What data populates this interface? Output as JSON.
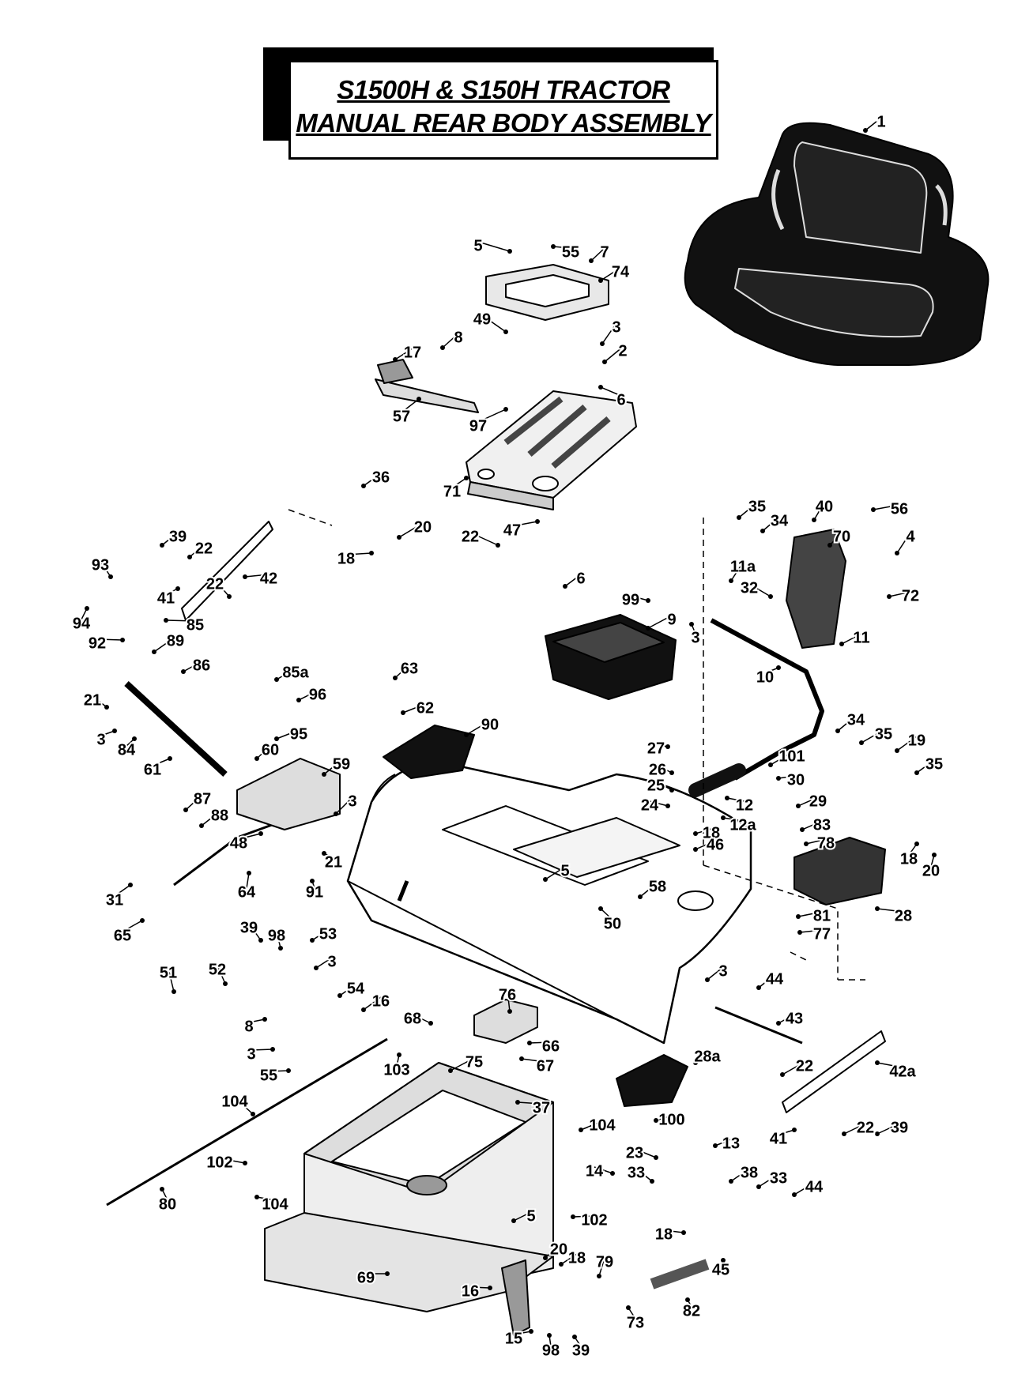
{
  "title": {
    "line1": "S1500H & S150H TRACTOR",
    "line2": "MANUAL REAR BODY ASSEMBLY"
  },
  "colors": {
    "ink": "#000000",
    "paper": "#ffffff",
    "part_fill": "#e0e0e0",
    "dark_fill": "#1a1a1a"
  },
  "callouts": [
    {
      "id": "c1",
      "label": "1"
    },
    {
      "id": "c2",
      "label": "5"
    },
    {
      "id": "c3",
      "label": "55"
    },
    {
      "id": "c4",
      "label": "7"
    },
    {
      "id": "c5",
      "label": "74"
    },
    {
      "id": "c6",
      "label": "49"
    },
    {
      "id": "c7",
      "label": "8"
    },
    {
      "id": "c8",
      "label": "3"
    },
    {
      "id": "c9",
      "label": "2"
    },
    {
      "id": "c10",
      "label": "17"
    },
    {
      "id": "c11",
      "label": "6"
    },
    {
      "id": "c12",
      "label": "57"
    },
    {
      "id": "c13",
      "label": "97"
    },
    {
      "id": "c14",
      "label": "71"
    },
    {
      "id": "c15",
      "label": "36"
    },
    {
      "id": "c16",
      "label": "47"
    },
    {
      "id": "c17",
      "label": "22"
    },
    {
      "id": "c18",
      "label": "6"
    },
    {
      "id": "c19",
      "label": "39"
    },
    {
      "id": "c20",
      "label": "22"
    },
    {
      "id": "c21",
      "label": "20"
    },
    {
      "id": "c22",
      "label": "18"
    },
    {
      "id": "c23",
      "label": "93"
    },
    {
      "id": "c24",
      "label": "42"
    },
    {
      "id": "c25",
      "label": "41"
    },
    {
      "id": "c26",
      "label": "22"
    },
    {
      "id": "c27",
      "label": "94"
    },
    {
      "id": "c28",
      "label": "85"
    },
    {
      "id": "c29",
      "label": "92"
    },
    {
      "id": "c30",
      "label": "89"
    },
    {
      "id": "c31",
      "label": "86"
    },
    {
      "id": "c32",
      "label": "21"
    },
    {
      "id": "c33",
      "label": "85a"
    },
    {
      "id": "c34",
      "label": "63"
    },
    {
      "id": "c35",
      "label": "96"
    },
    {
      "id": "c36",
      "label": "62"
    },
    {
      "id": "c37",
      "label": "3"
    },
    {
      "id": "c38",
      "label": "84"
    },
    {
      "id": "c39",
      "label": "95"
    },
    {
      "id": "c40",
      "label": "90"
    },
    {
      "id": "c41",
      "label": "61"
    },
    {
      "id": "c42",
      "label": "60"
    },
    {
      "id": "c43",
      "label": "59"
    },
    {
      "id": "c44",
      "label": "3"
    },
    {
      "id": "c45",
      "label": "87"
    },
    {
      "id": "c46",
      "label": "88"
    },
    {
      "id": "c47",
      "label": "48"
    },
    {
      "id": "c48",
      "label": "21"
    },
    {
      "id": "c49",
      "label": "31"
    },
    {
      "id": "c50",
      "label": "64"
    },
    {
      "id": "c51",
      "label": "91"
    },
    {
      "id": "c52",
      "label": "65"
    },
    {
      "id": "c53",
      "label": "35"
    },
    {
      "id": "c54",
      "label": "40"
    },
    {
      "id": "c55",
      "label": "56"
    },
    {
      "id": "c56",
      "label": "34"
    },
    {
      "id": "c57",
      "label": "70"
    },
    {
      "id": "c58",
      "label": "4"
    },
    {
      "id": "c59",
      "label": "11a"
    },
    {
      "id": "c60",
      "label": "32"
    },
    {
      "id": "c61",
      "label": "72"
    },
    {
      "id": "c62",
      "label": "99"
    },
    {
      "id": "c63",
      "label": "9"
    },
    {
      "id": "c64",
      "label": "3"
    },
    {
      "id": "c65",
      "label": "11"
    },
    {
      "id": "c66",
      "label": "10"
    },
    {
      "id": "c67",
      "label": "34"
    },
    {
      "id": "c68",
      "label": "35"
    },
    {
      "id": "c69",
      "label": "19"
    },
    {
      "id": "c70",
      "label": "27"
    },
    {
      "id": "c71",
      "label": "101"
    },
    {
      "id": "c72",
      "label": "26"
    },
    {
      "id": "c73",
      "label": "30"
    },
    {
      "id": "c74",
      "label": "35"
    },
    {
      "id": "c75",
      "label": "25"
    },
    {
      "id": "c76",
      "label": "12"
    },
    {
      "id": "c77",
      "label": "29"
    },
    {
      "id": "c78",
      "label": "24"
    },
    {
      "id": "c79",
      "label": "12a"
    },
    {
      "id": "c80",
      "label": "83"
    },
    {
      "id": "c81",
      "label": "18"
    },
    {
      "id": "c82",
      "label": "78"
    },
    {
      "id": "c83",
      "label": "46"
    },
    {
      "id": "c84",
      "label": "18"
    },
    {
      "id": "c85",
      "label": "20"
    },
    {
      "id": "c86",
      "label": "5"
    },
    {
      "id": "c87",
      "label": "58"
    },
    {
      "id": "c88",
      "label": "81"
    },
    {
      "id": "c89",
      "label": "28"
    },
    {
      "id": "c90",
      "label": "50"
    },
    {
      "id": "c91",
      "label": "77"
    },
    {
      "id": "c92",
      "label": "39"
    },
    {
      "id": "c93",
      "label": "98"
    },
    {
      "id": "c94",
      "label": "53"
    },
    {
      "id": "c95",
      "label": "3"
    },
    {
      "id": "c96",
      "label": "51"
    },
    {
      "id": "c97",
      "label": "52"
    },
    {
      "id": "c98",
      "label": "54"
    },
    {
      "id": "c99",
      "label": "16"
    },
    {
      "id": "c100",
      "label": "3"
    },
    {
      "id": "c101",
      "label": "44"
    },
    {
      "id": "c102",
      "label": "76"
    },
    {
      "id": "c103",
      "label": "8"
    },
    {
      "id": "c104",
      "label": "68"
    },
    {
      "id": "c105",
      "label": "43"
    },
    {
      "id": "c106",
      "label": "3"
    },
    {
      "id": "c107",
      "label": "66"
    },
    {
      "id": "c108",
      "label": "55"
    },
    {
      "id": "c109",
      "label": "103"
    },
    {
      "id": "c110",
      "label": "75"
    },
    {
      "id": "c111",
      "label": "67"
    },
    {
      "id": "c112",
      "label": "28a"
    },
    {
      "id": "c113",
      "label": "22"
    },
    {
      "id": "c114",
      "label": "42a"
    },
    {
      "id": "c115",
      "label": "37"
    },
    {
      "id": "c116",
      "label": "104"
    },
    {
      "id": "c117",
      "label": "100"
    },
    {
      "id": "c118",
      "label": "104"
    },
    {
      "id": "c119",
      "label": "22"
    },
    {
      "id": "c120",
      "label": "41"
    },
    {
      "id": "c121",
      "label": "39"
    },
    {
      "id": "c122",
      "label": "13"
    },
    {
      "id": "c123",
      "label": "102"
    },
    {
      "id": "c124",
      "label": "23"
    },
    {
      "id": "c125",
      "label": "14"
    },
    {
      "id": "c126",
      "label": "33"
    },
    {
      "id": "c127",
      "label": "38"
    },
    {
      "id": "c128",
      "label": "33"
    },
    {
      "id": "c129",
      "label": "44"
    },
    {
      "id": "c130",
      "label": "104"
    },
    {
      "id": "c131",
      "label": "80"
    },
    {
      "id": "c132",
      "label": "5"
    },
    {
      "id": "c133",
      "label": "102"
    },
    {
      "id": "c134",
      "label": "18"
    },
    {
      "id": "c135",
      "label": "20"
    },
    {
      "id": "c136",
      "label": "18"
    },
    {
      "id": "c137",
      "label": "79"
    },
    {
      "id": "c138",
      "label": "45"
    },
    {
      "id": "c139",
      "label": "69"
    },
    {
      "id": "c140",
      "label": "16"
    },
    {
      "id": "c141",
      "label": "82"
    },
    {
      "id": "c142",
      "label": "73"
    },
    {
      "id": "c143",
      "label": "15"
    },
    {
      "id": "c144",
      "label": "98"
    },
    {
      "id": "c145",
      "label": "39"
    }
  ]
}
